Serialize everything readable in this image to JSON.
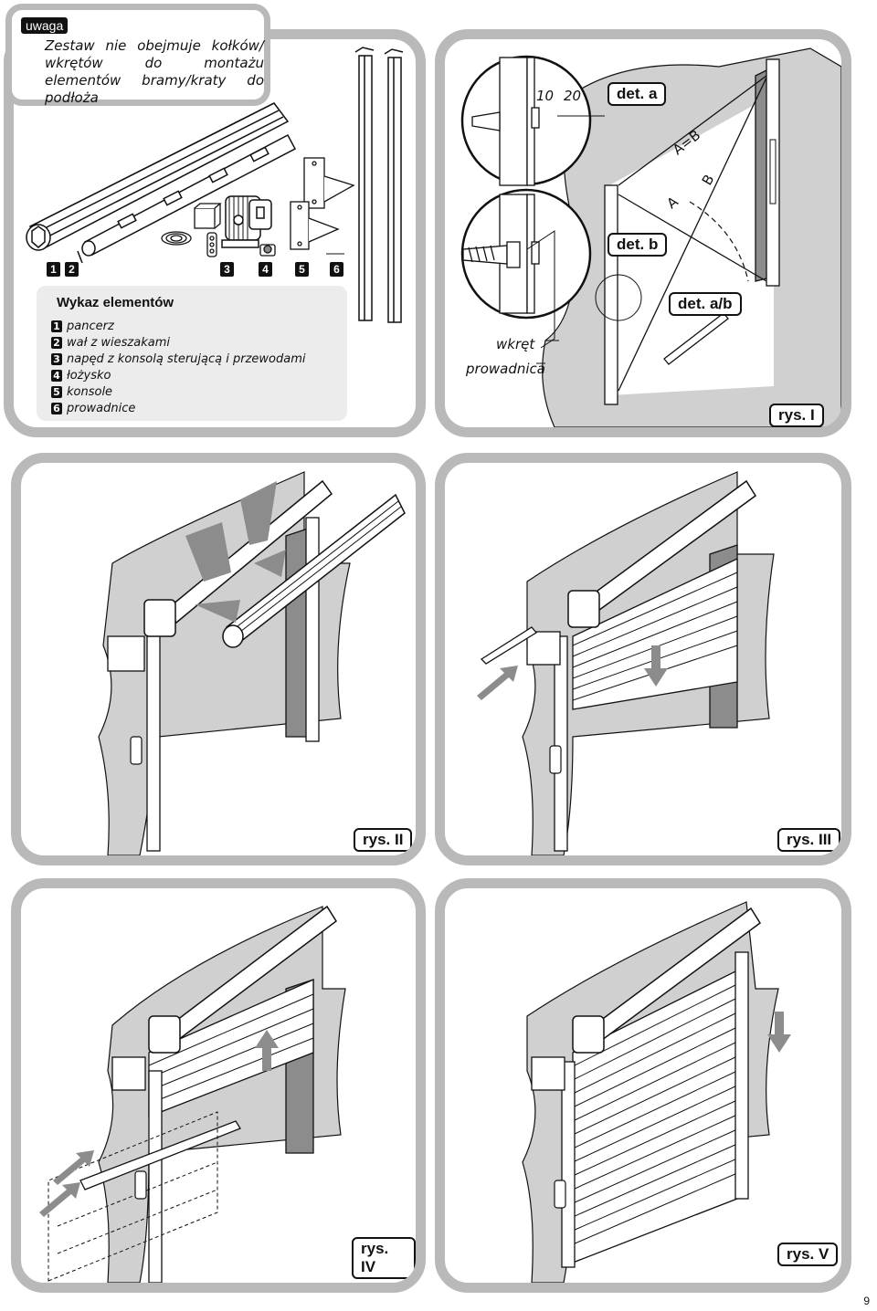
{
  "note": {
    "tag": "uwaga",
    "text": "Zestaw nie obejmuje kołków/ wkrętów do montażu elementów bramy/kraty do podłoża"
  },
  "legend": {
    "title": "Wykaz elementów",
    "items": [
      {
        "n": "1",
        "label": "pancerz"
      },
      {
        "n": "2",
        "label": "wał z wieszakami"
      },
      {
        "n": "3",
        "label": "napęd z konsolą sterującą i przewodami"
      },
      {
        "n": "4",
        "label": "łożysko"
      },
      {
        "n": "5",
        "label": "konsole"
      },
      {
        "n": "6",
        "label": "prowadnice"
      }
    ]
  },
  "badges": [
    "1",
    "2",
    "3",
    "4",
    "5",
    "6"
  ],
  "details": {
    "det_a": "det. a",
    "det_b": "det. b",
    "det_ab": "det. a/b",
    "dim_10": "10",
    "dim_20": "20",
    "a_eq_b": "A=B",
    "a": "A",
    "b": "B",
    "wkret": "wkręt",
    "prowadnica": "prowadnica"
  },
  "figures": {
    "rys1": "rys. I",
    "rys2": "rys. II",
    "rys3": "rys. III",
    "rys4": "rys. IV",
    "rys5": "rys. V"
  },
  "page_number": "9",
  "colors": {
    "frame": "#b9b9b9",
    "ink": "#111111",
    "wall": "#d0d0d0",
    "legend_bg": "#ececec"
  }
}
